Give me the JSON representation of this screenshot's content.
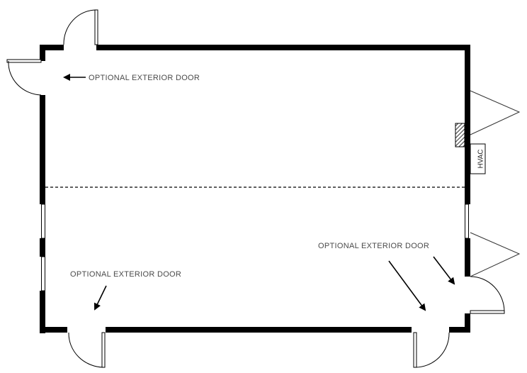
{
  "labels": {
    "door_top_left": "OPTIONAL EXTERIOR DOOR",
    "door_bottom_left": "OPTIONAL EXTERIOR DOOR",
    "door_right": "OPTIONAL EXTERIOR DOOR",
    "hvac": "HVAC"
  },
  "colors": {
    "wall": "#000000",
    "line": "#222222",
    "text": "#4a4a4a"
  }
}
